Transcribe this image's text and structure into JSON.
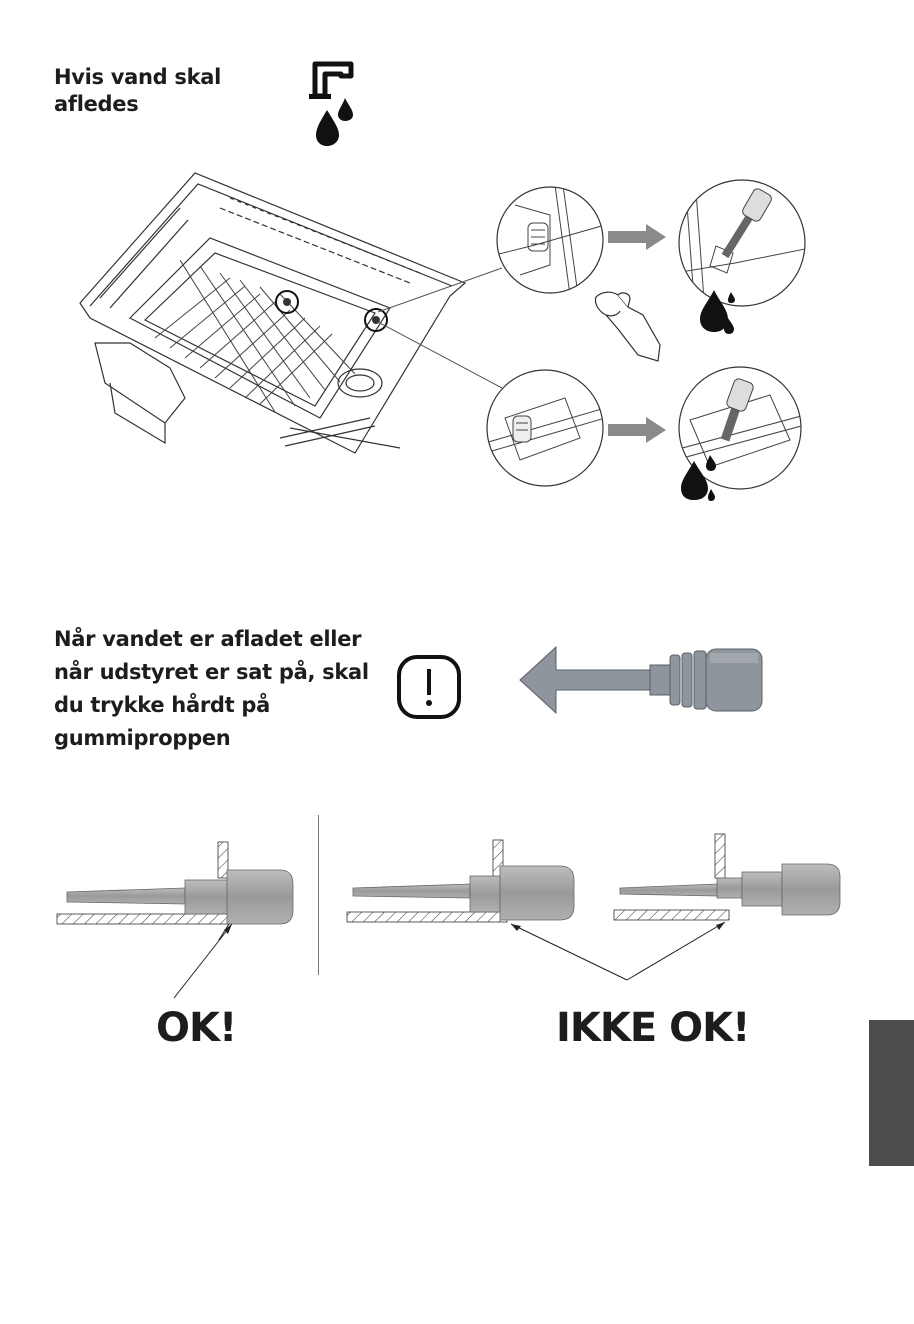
{
  "section1": {
    "heading": "Hvis vand skal\nafledes"
  },
  "section2": {
    "heading": "Når vandet er afladet eller\nnår udstyret er sat på, skal\ndu trykke hårdt på\ngummiproppen"
  },
  "result": {
    "ok_label": "OK!",
    "not_ok_label": "IKKE OK!"
  },
  "icons": {
    "drain": "drain-pipe-drop-icon",
    "warning": "exclamation-warning-icon",
    "hand": "hand-pinch-icon",
    "drop": "water-drop-icon"
  },
  "colors": {
    "text": "#1d1d1d",
    "tab": "#4d4d4d",
    "plug": "#8e959c",
    "arrow": "#8a8a8a"
  }
}
